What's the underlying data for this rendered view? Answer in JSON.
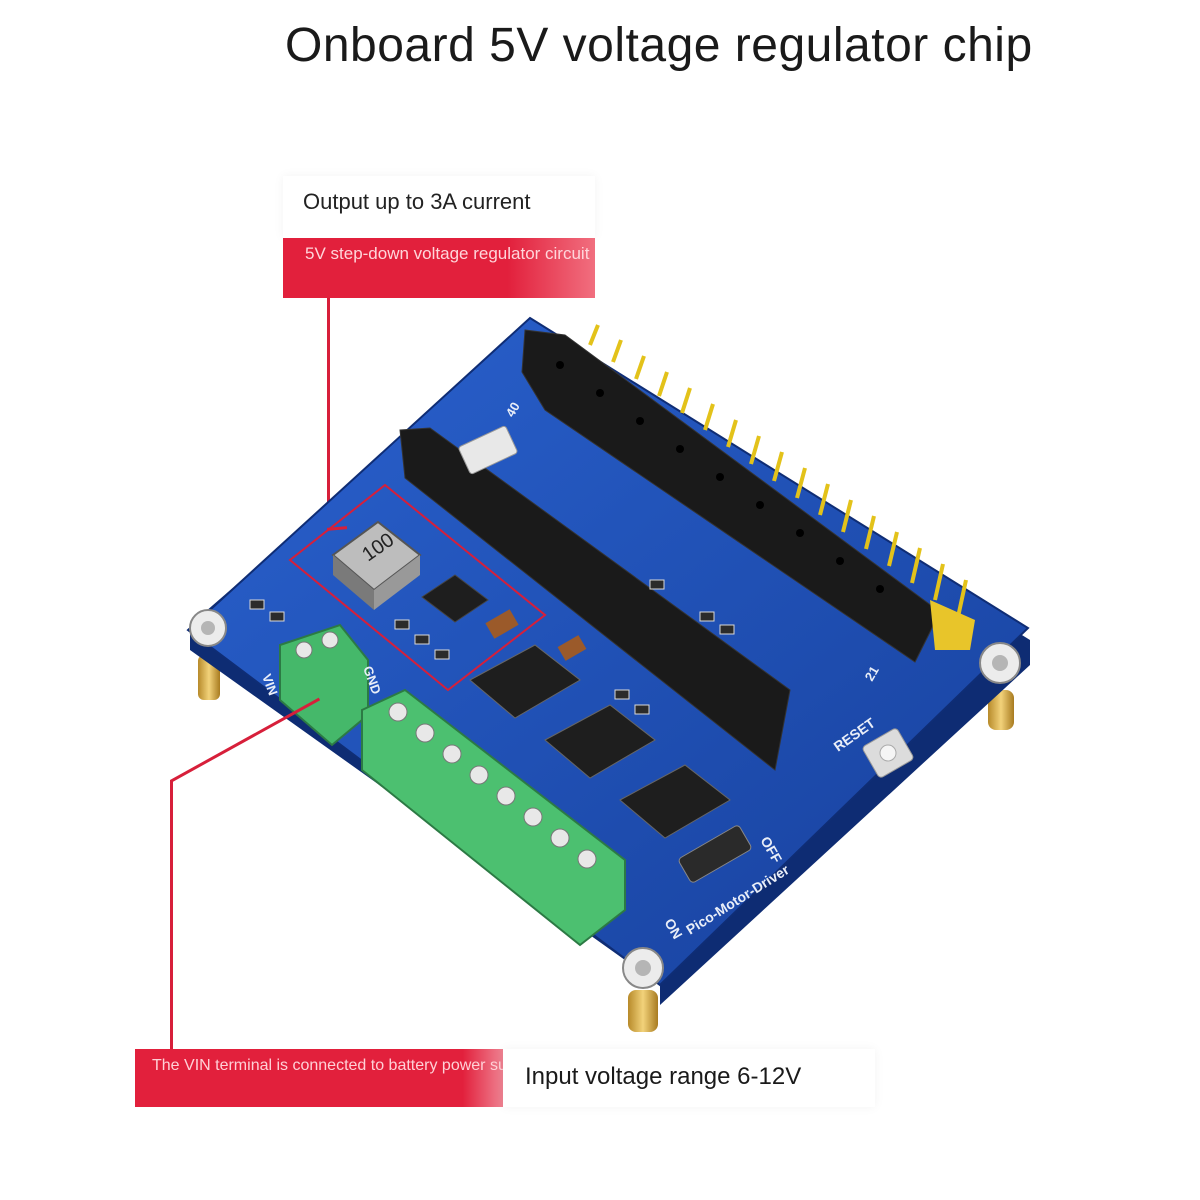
{
  "title": "Onboard 5V voltage regulator chip",
  "top_callout": {
    "headline": "Output up to 3A current",
    "note": "5V step-down voltage regulator circuit"
  },
  "bottom_callout": {
    "note": "The VIN terminal is connected to battery power supply",
    "headline": "Input voltage range 6-12V"
  },
  "board": {
    "name": "Pico-Motor-Driver",
    "reset_label": "RESET",
    "on_label": "ON",
    "off_label": "OFF",
    "pin_40": "40",
    "pin_21": "21",
    "vin_label": "VIN",
    "gnd_label": "GND",
    "inductor_marking": "100",
    "pcb_color": "#1f4fb8",
    "terminal_color": "#4cc070"
  },
  "colors": {
    "accent_red": "#e2203c"
  }
}
